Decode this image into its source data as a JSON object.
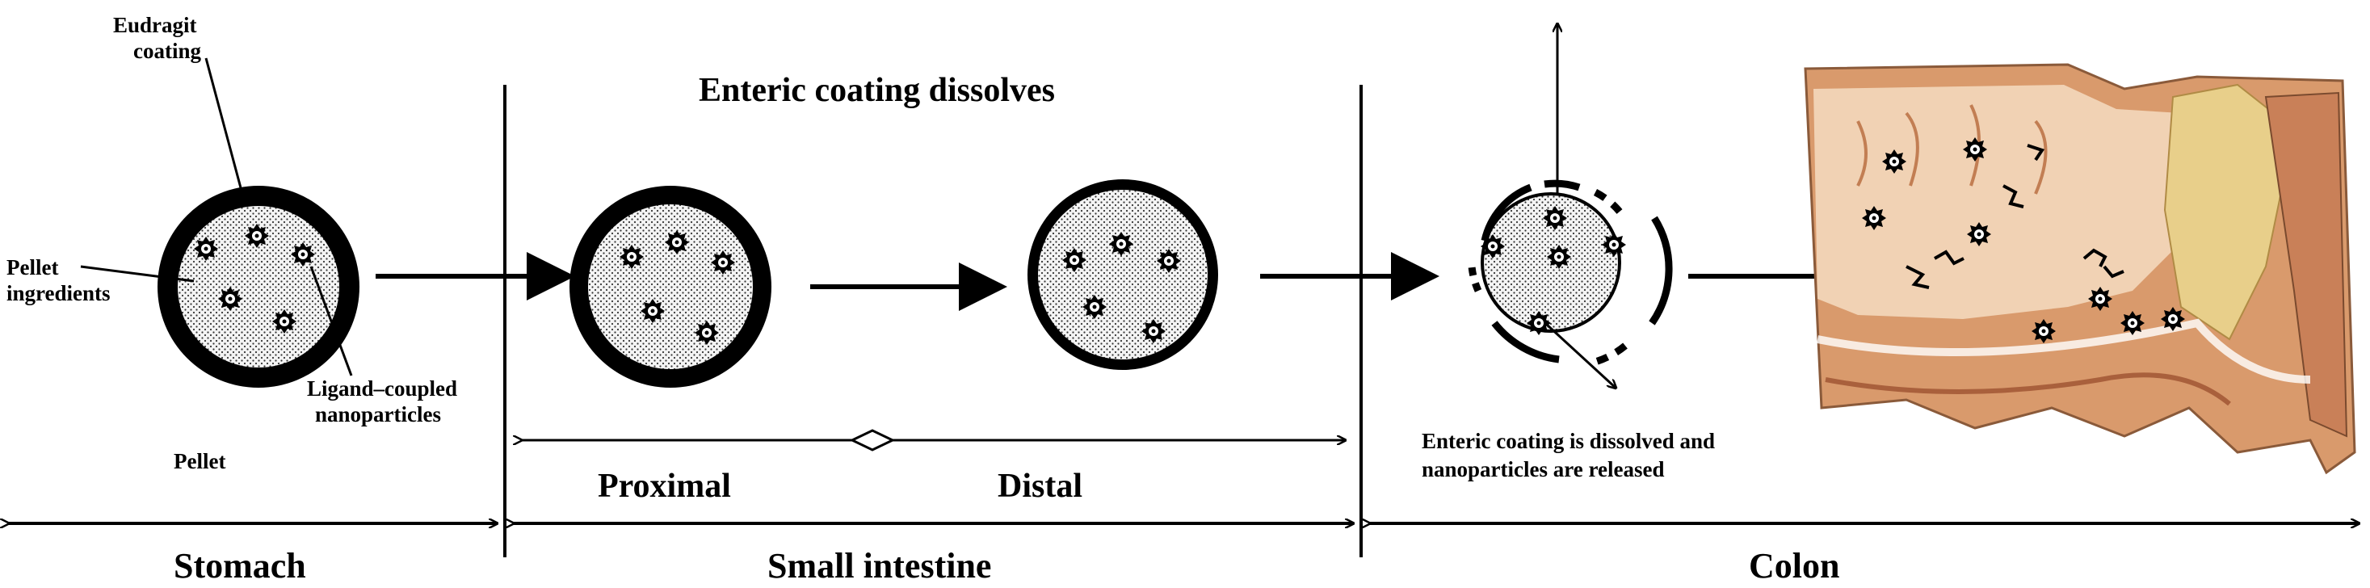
{
  "labels": {
    "eudragit_coating": [
      "Eudragit",
      "coating"
    ],
    "pellet_ingredients": [
      "Pellet",
      "ingredients"
    ],
    "ligand_nanoparticles": [
      "Ligand–coupled",
      "nanoparticles"
    ],
    "pellet": "Pellet",
    "enteric_dissolves": "Enteric coating dissolves",
    "proximal": "Proximal",
    "distal": "Distal",
    "release_note": [
      "Enteric coating is dissolved and",
      "nanoparticles are released"
    ]
  },
  "regions": {
    "stomach": "Stomach",
    "small_intestine": "Small intestine",
    "colon": "Colon"
  },
  "colors": {
    "ink": "#000000",
    "pellet_fill": "#e8e8e8",
    "colon_tissue": "#d99a6c",
    "colon_inner": "#f1d2b4",
    "colon_fat": "#e8cf8a"
  }
}
